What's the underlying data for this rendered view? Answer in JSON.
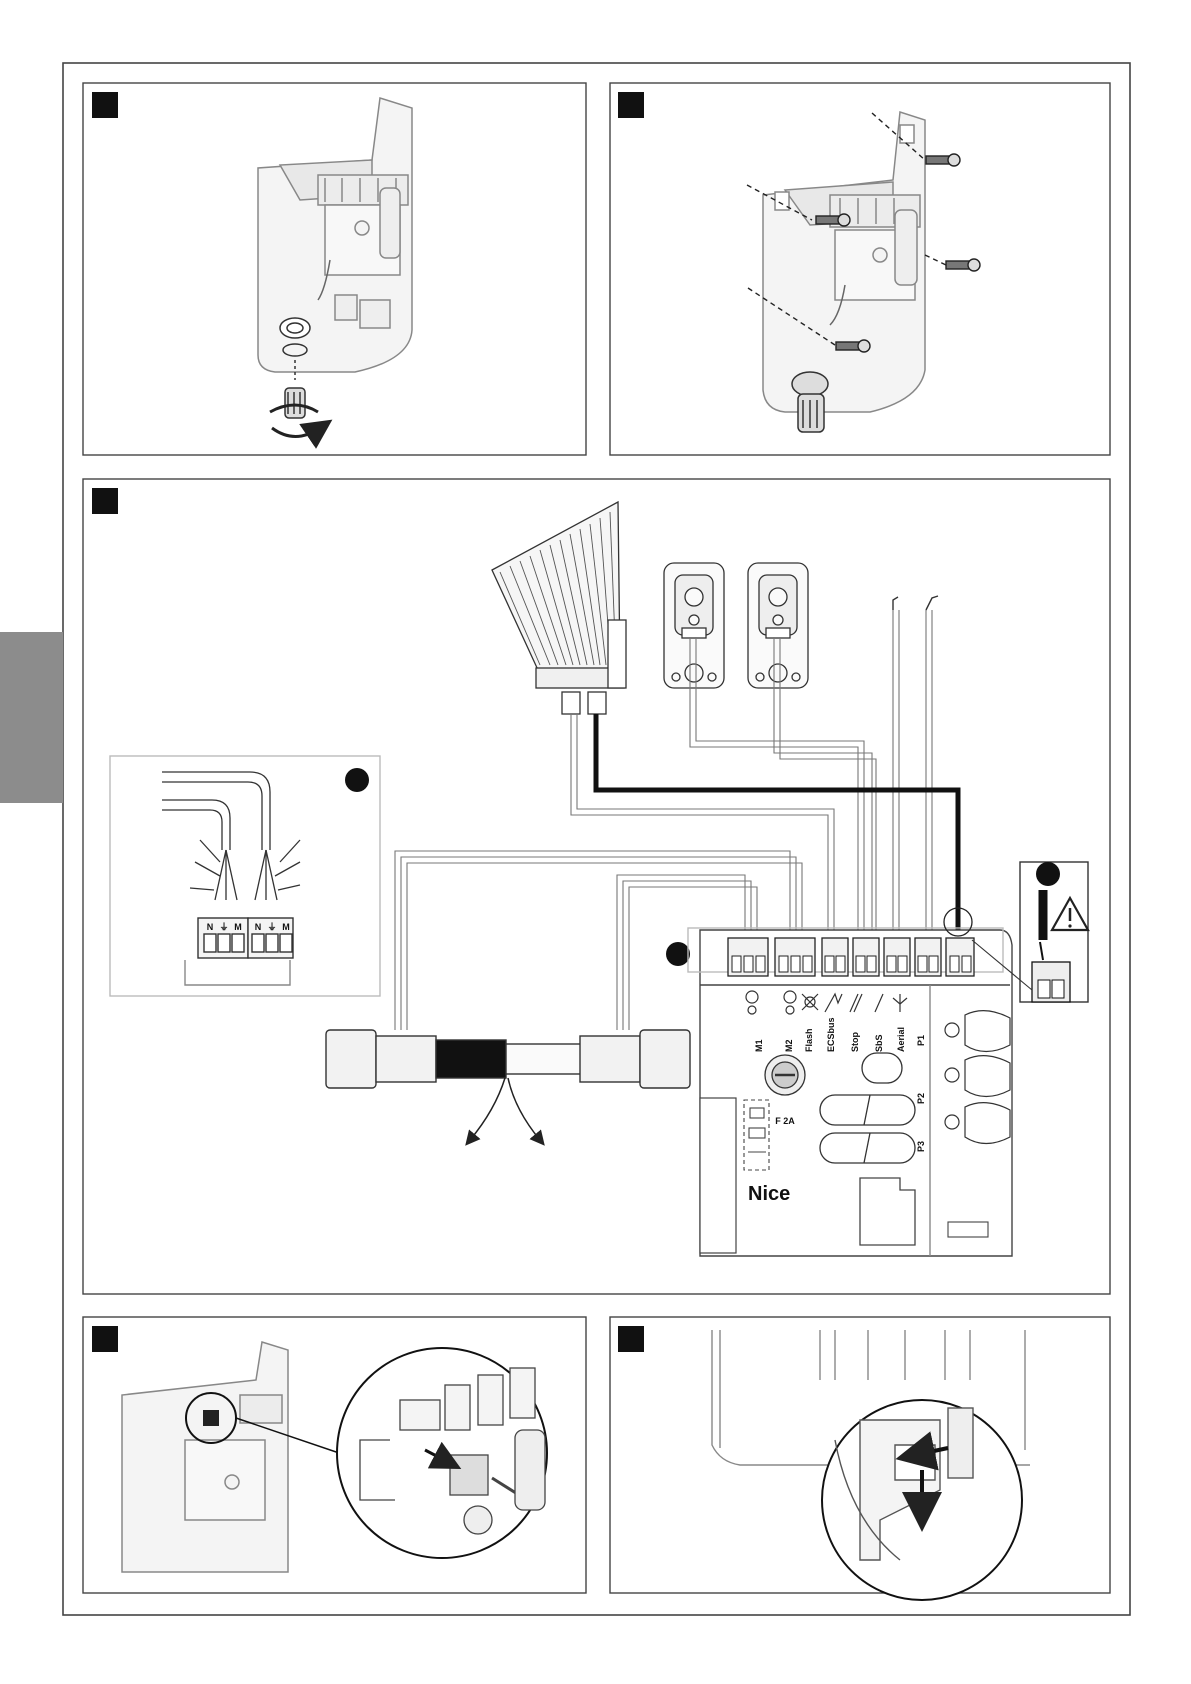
{
  "colors": {
    "line": "#222222",
    "panel_border": "#444444",
    "housing_fill": "#f4f4f4",
    "housing_stroke": "#888888",
    "side_tab": "#8c8c8c",
    "cable": "#111111",
    "ground_wire": "#333333",
    "inset_border": "#bbbbbb"
  },
  "panels": [
    {
      "id": "panel-1",
      "marker": ""
    },
    {
      "id": "panel-2",
      "marker": ""
    },
    {
      "id": "panel-3",
      "marker": ""
    },
    {
      "id": "panel-4",
      "marker": ""
    },
    {
      "id": "panel-5",
      "marker": ""
    }
  ],
  "wiring": {
    "terminal_labels": [
      "M1",
      "M2",
      "Flash",
      "ECSbus",
      "Stop",
      "SbS",
      "Aerial"
    ],
    "button_labels": [
      "P1",
      "P2",
      "P3"
    ],
    "fuse_label": "F 2A",
    "brand": "Nice",
    "inset_terminal_marks": [
      "N",
      "⏚",
      "M",
      "N",
      "⏚",
      "M"
    ],
    "icons": [
      "motor-icon",
      "motor-icon",
      "flash-light-icon",
      "ecsbus-icon",
      "stop-icon",
      "sbs-icon",
      "aerial-icon"
    ]
  }
}
